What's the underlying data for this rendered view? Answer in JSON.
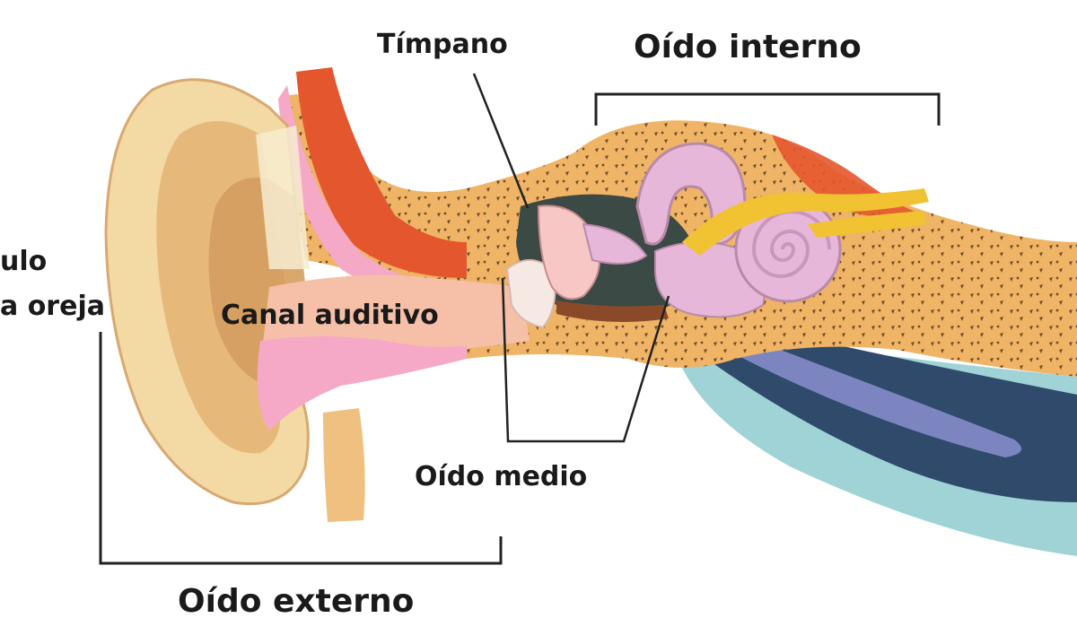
{
  "labels": {
    "timpano": "Tímpano",
    "oido_interno": "Oído interno",
    "pabellon_line1": "ulo",
    "pabellon_line2": "a oreja",
    "canal_auditivo": "Canal auditivo",
    "oido_medio": "Oído medio",
    "oido_externo": "Oído externo"
  },
  "colors": {
    "auricle_outer": "#f3d9a4",
    "auricle_inner": "#e6b97b",
    "bone": "#efb466",
    "bone_dots": "#5a3a1e",
    "canal": "#f6c0a8",
    "pink_tissue": "#f5a9c6",
    "red_tissue": "#e4572e",
    "middle_ear_cavity": "#3b4a45",
    "labyrinth": "#e7b7d9",
    "nerve": "#f1c232",
    "eustachian_dark": "#2f4a6b",
    "eustachian_light": "#9fd3d6",
    "bracket_line": "#222222"
  }
}
